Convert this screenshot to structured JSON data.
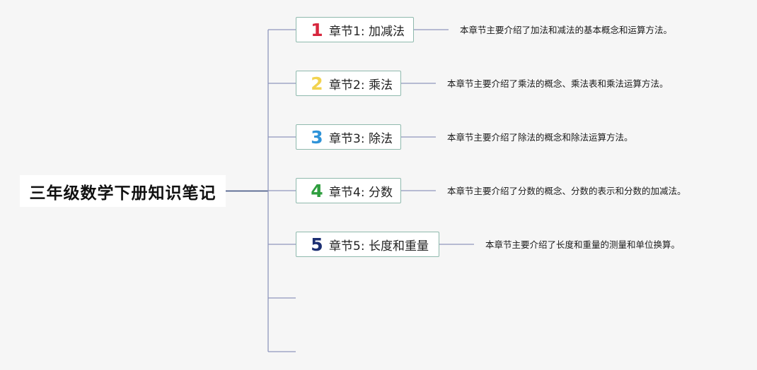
{
  "root": {
    "title": "三年级数学下册知识笔记"
  },
  "colors": {
    "line": "#3b4e7e",
    "branch": "#8f96bd",
    "border": "#8fb9ad"
  },
  "chapters": [
    {
      "number": "1",
      "icon": "number-one-icon",
      "color": "#d7263d",
      "label": "章节1: 加减法",
      "description": "本章节主要介绍了加法和减法的基本概念和运算方法。"
    },
    {
      "number": "2",
      "icon": "number-two-icon",
      "color": "#f2d34f",
      "label": "章节2: 乘法",
      "description": "本章节主要介绍了乘法的概念、乘法表和乘法运算方法。"
    },
    {
      "number": "3",
      "icon": "number-three-icon",
      "color": "#2f93d8",
      "label": "章节3: 除法",
      "description": "本章节主要介绍了除法的概念和除法运算方法。"
    },
    {
      "number": "4",
      "icon": "number-four-icon",
      "color": "#2e9e3e",
      "label": "章节4: 分数",
      "description": "本章节主要介绍了分数的概念、分数的表示和分数的加减法。"
    },
    {
      "number": "5",
      "icon": "number-five-icon",
      "color": "#1c2f72",
      "label": "章节5: 长度和重量",
      "description": "本章节主要介绍了长度和重量的测量和单位换算。"
    }
  ]
}
